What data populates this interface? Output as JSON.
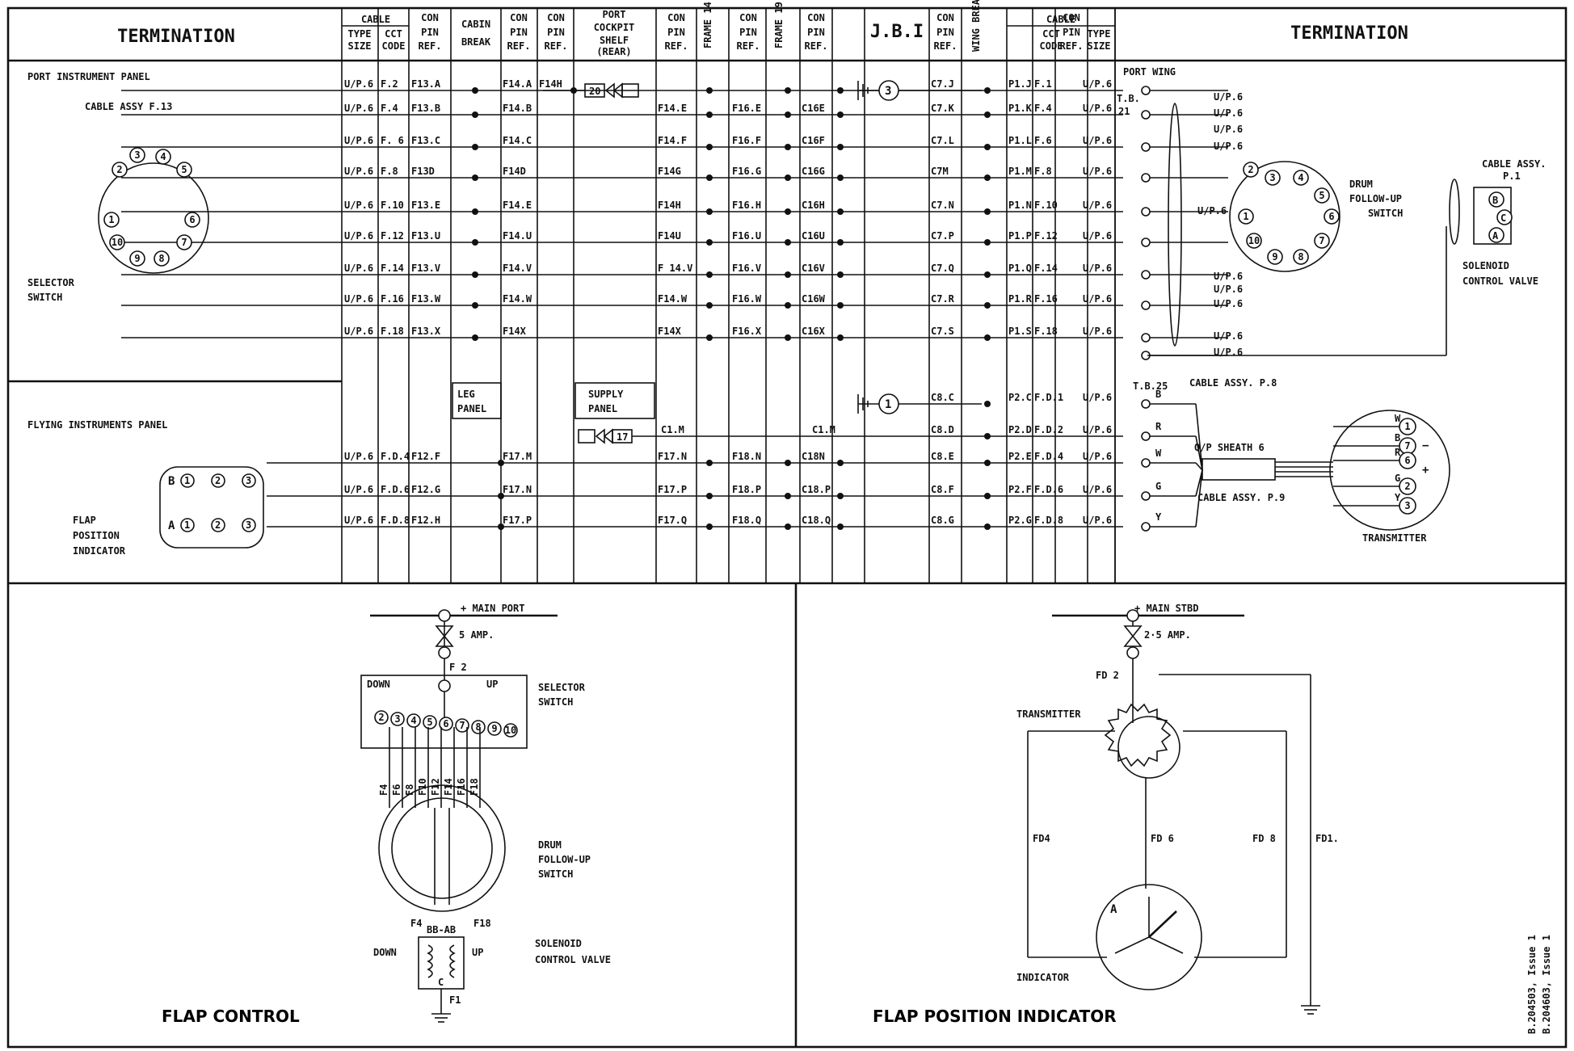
{
  "header": {
    "termination_left": "TERMINATION",
    "termination_right": "TERMINATION",
    "cable": "CABLE",
    "type_size": [
      "TYPE",
      "SIZE"
    ],
    "cct_code": [
      "CCT",
      "CODE"
    ],
    "con_pin_ref": [
      "CON",
      "PIN",
      "REF."
    ],
    "cabin_break": [
      "CABIN",
      "BREAK"
    ],
    "port_cockpit_shelf": [
      "PORT",
      "COCKPIT",
      "SHELF",
      "(REAR)"
    ],
    "frame14": "FRAME 14",
    "frame19": "FRAME 19",
    "jbi": "J.B.I",
    "wing_break": "WING BREAK"
  },
  "left_panels": {
    "port_instrument_panel": "PORT INSTRUMENT PANEL",
    "cable_assy_f13": "CABLE ASSY F.13",
    "selector_switch": [
      "SELECTOR",
      "SWITCH"
    ],
    "flying_instruments_panel": "FLYING INSTRUMENTS PANEL",
    "flap_position_indicator": [
      "FLAP",
      "POSITION",
      "INDICATOR"
    ],
    "indicator_pins_top": [
      "B",
      "1",
      "2",
      "3"
    ],
    "indicator_pins_bottom": [
      "A",
      "1",
      "2",
      "3"
    ]
  },
  "mid_labels": {
    "leg_panel": [
      "LEG",
      "PANEL"
    ],
    "supply_panel": [
      "SUPPLY",
      "PANEL"
    ],
    "fuse20": "20",
    "fuse17": "17",
    "jbi_3": "3",
    "jbi_1": "1"
  },
  "rows_top": [
    {
      "type": "U/P.6",
      "cct": "F.2",
      "con1": "F13.A",
      "con2": "F14.A",
      "con3": "F14H",
      "fr1": "",
      "fr2": "",
      "fr3": "",
      "jc": "C7.J",
      "pin": "P1.J",
      "cct2": "F.1",
      "type2": "U/P.6"
    },
    {
      "type": "U/P.6",
      "cct": "F.4",
      "con1": "F13.B",
      "con2": "F14.B",
      "con3": "",
      "fr1": "F14.E",
      "fr2": "F16.E",
      "fr3": "C16E",
      "jc": "C7.K",
      "pin": "P1.K",
      "cct2": "F.4",
      "type2": "U/P.6"
    },
    {
      "type": "U/P.6",
      "cct": "F. 6",
      "con1": "F13.C",
      "con2": "F14.C",
      "con3": "",
      "fr1": "F14.F",
      "fr2": "F16.F",
      "fr3": "C16F",
      "jc": "C7.L",
      "pin": "P1.L",
      "cct2": "F.6",
      "type2": "U/P.6"
    },
    {
      "type": "U/P.6",
      "cct": "F.8",
      "con1": "F13D",
      "con2": "F14D",
      "con3": "",
      "fr1": "F14G",
      "fr2": "F16.G",
      "fr3": "C16G",
      "jc": "C7M",
      "pin": "P1.M",
      "cct2": "F.8",
      "type2": "U/P.6"
    },
    {
      "type": "U/P.6",
      "cct": "F.10",
      "con1": "F13.E",
      "con2": "F14.E",
      "con3": "",
      "fr1": "F14H",
      "fr2": "F16.H",
      "fr3": "C16H",
      "jc": "C7.N",
      "pin": "P1.N",
      "cct2": "F.10",
      "type2": "U/P.6"
    },
    {
      "type": "U/P.6",
      "cct": "F.12",
      "con1": "F13.U",
      "con2": "F14.U",
      "con3": "",
      "fr1": "F14U",
      "fr2": "F16.U",
      "fr3": "C16U",
      "jc": "C7.P",
      "pin": "P1.P",
      "cct2": "F.12",
      "type2": "U/P.6"
    },
    {
      "type": "U/P.6",
      "cct": "F.14",
      "con1": "F13.V",
      "con2": "F14.V",
      "con3": "",
      "fr1": "F 14.V",
      "fr2": "F16.V",
      "fr3": "C16V",
      "jc": "C7.Q",
      "pin": "P1.Q",
      "cct2": "F.14",
      "type2": "U/P.6"
    },
    {
      "type": "U/P.6",
      "cct": "F.16",
      "con1": "F13.W",
      "con2": "F14.W",
      "con3": "",
      "fr1": "F14.W",
      "fr2": "F16.W",
      "fr3": "C16W",
      "jc": "C7.R",
      "pin": "P1.R",
      "cct2": "F.16",
      "type2": "U/P.6"
    },
    {
      "type": "U/P.6",
      "cct": "F.18",
      "con1": "F13.X",
      "con2": "F14X",
      "con3": "",
      "fr1": "F14X",
      "fr2": "F16.X",
      "fr3": "C16X",
      "jc": "C7.S",
      "pin": "P1.S",
      "cct2": "F.18",
      "type2": "U/P.6"
    }
  ],
  "rows_mid": [
    {
      "jc": "C8.C",
      "pin": "P2.C",
      "cct2": "F.D.1",
      "type2": "U/P.6"
    },
    {
      "fr1": "C1.M",
      "fr3": "C1.M",
      "jc": "C8.D",
      "pin": "P2.D",
      "cct2": "F.D.2",
      "type2": "U/P.6"
    }
  ],
  "rows_bottom": [
    {
      "type": "U/P.6",
      "cct": "F.D.4",
      "con1": "F12.F",
      "con2": "F17.M",
      "fr1": "F17.N",
      "fr2": "F18.N",
      "fr3": "C18N",
      "jc": "C8.E",
      "pin": "P2.E",
      "cct2": "F.D.4",
      "type2": "U/P.6"
    },
    {
      "type": "U/P.6",
      "cct": "F.D.6",
      "con1": "F12.G",
      "con2": "F17.N",
      "fr1": "F17.P",
      "fr2": "F18.P",
      "fr3": "C18.P",
      "jc": "C8.F",
      "pin": "P2.F",
      "cct2": "F.D.6",
      "type2": "U/P.6"
    },
    {
      "type": "U/P.6",
      "cct": "F.D.8",
      "con1": "F12.H",
      "con2": "F17.P",
      "fr1": "F17.Q",
      "fr2": "F18.Q",
      "fr3": "C18.Q",
      "jc": "C8.G",
      "pin": "P2.G",
      "cct2": "F.D.8",
      "type2": "U/P.6"
    }
  ],
  "right_panels": {
    "port_wing": "PORT WING",
    "tb21": [
      "T.B.",
      "21"
    ],
    "wire_label": "U/P.6",
    "drum_follow_up_switch": [
      "DRUM",
      "FOLLOW-UP",
      "SWITCH"
    ],
    "cable_assy_p1": [
      "CABLE ASSY.",
      "P.1"
    ],
    "solenoid_control_valve": [
      "SOLENOID",
      "CONTROL VALVE"
    ],
    "valve_pins": [
      "B",
      "C",
      "A"
    ],
    "cable_assy_p8": "CABLE ASSY. P.8",
    "tb25": "T.B.25",
    "tb25_terms": [
      "B",
      "R",
      "W",
      "G",
      "Y"
    ],
    "op_sheath": "Q/P SHEATH 6",
    "cable_assy_p9": "CABLE ASSY. P.9",
    "transmitter": "TRANSMITTER",
    "transmitter_pins": [
      "W",
      "B",
      "R",
      "G",
      "Y"
    ],
    "transmitter_nums": [
      "1",
      "7",
      "6",
      "2",
      "3"
    ],
    "minus": "−",
    "plus": "+"
  },
  "flap_control": {
    "caption": "FLAP CONTROL",
    "main_port": "+ MAIN PORT",
    "fuse": "5 AMP.",
    "f2": "F 2",
    "down": "DOWN",
    "up": "UP",
    "selector_switch": [
      "SELECTOR",
      "SWITCH"
    ],
    "drum": [
      "DRUM",
      "FOLLOW-UP",
      "SWITCH"
    ],
    "wires": [
      "F4",
      "F6",
      "F8",
      "F10",
      "F12",
      "F14",
      "F16",
      "F18"
    ],
    "f4": "F4",
    "f18": "F18",
    "bab": "BB-AB",
    "valve_down": "DOWN",
    "valve_up": "UP",
    "c": "C",
    "solenoid": [
      "SOLENOID",
      "CONTROL  VALVE"
    ],
    "f1": "F1"
  },
  "flap_indicator": {
    "caption": "FLAP POSITION INDICATOR",
    "main_stbd": "+ MAIN STBD",
    "fuse": "2·5 AMP.",
    "fd2": "FD 2",
    "transmitter": "TRANSMITTER",
    "fd4": "FD4",
    "fd6": "FD 6",
    "fd8": "FD 8",
    "fd1": "FD1.",
    "indicator": "INDICATOR",
    "a": "A"
  },
  "references": [
    "B.204503, Issue 1",
    "B.204603, Issue 1"
  ]
}
